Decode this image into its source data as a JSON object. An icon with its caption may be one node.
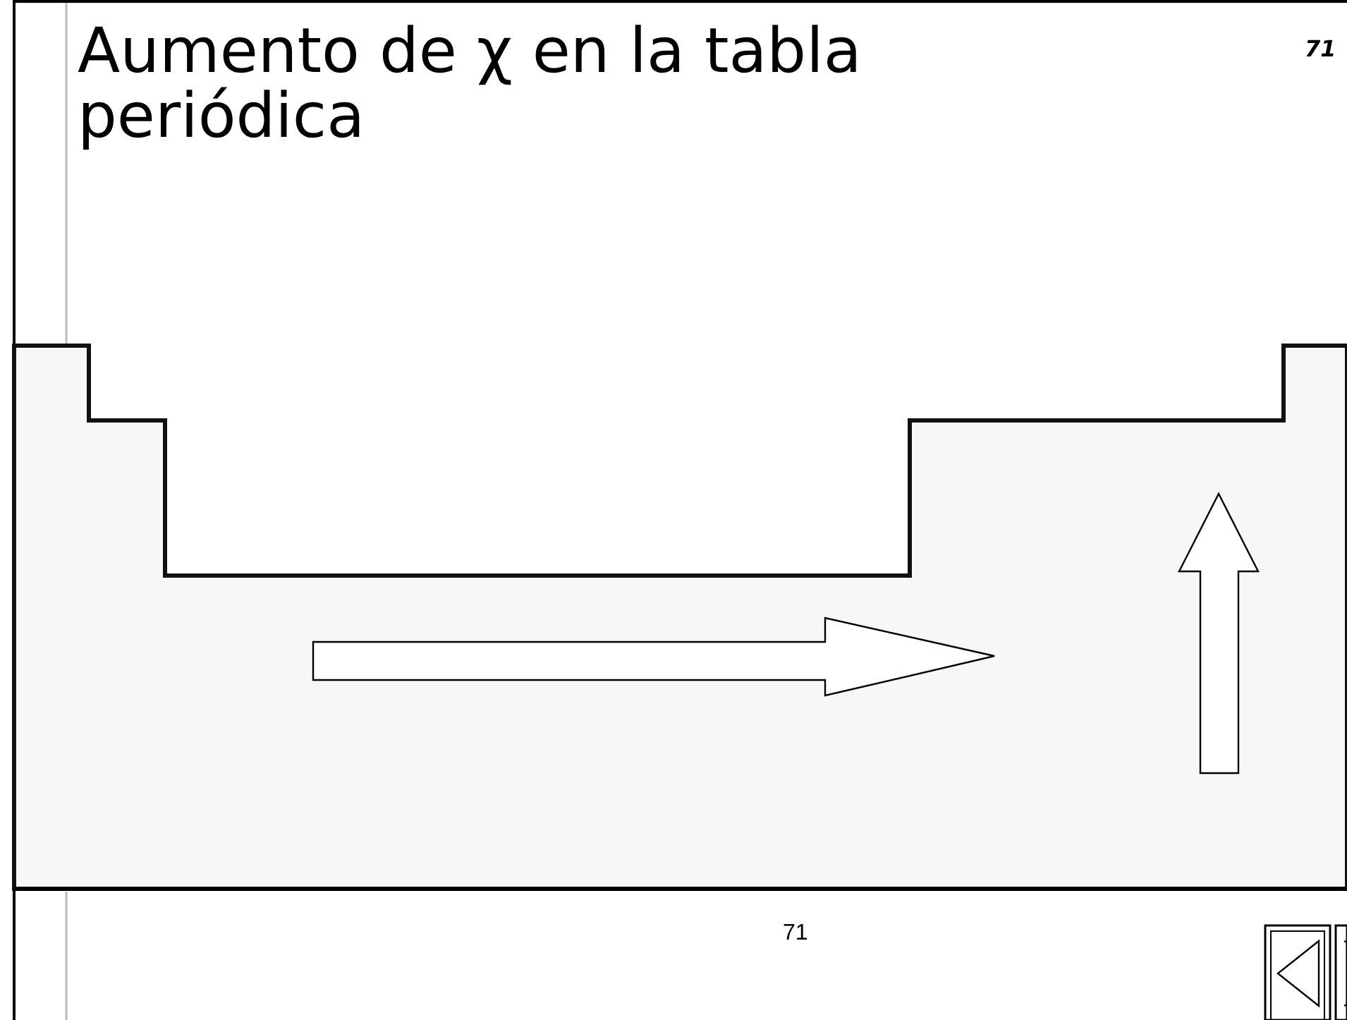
{
  "diagram": {
    "title": "Aumento de χ en la tabla periódica",
    "labels": [
      "71",
      "71"
    ]
  }
}
